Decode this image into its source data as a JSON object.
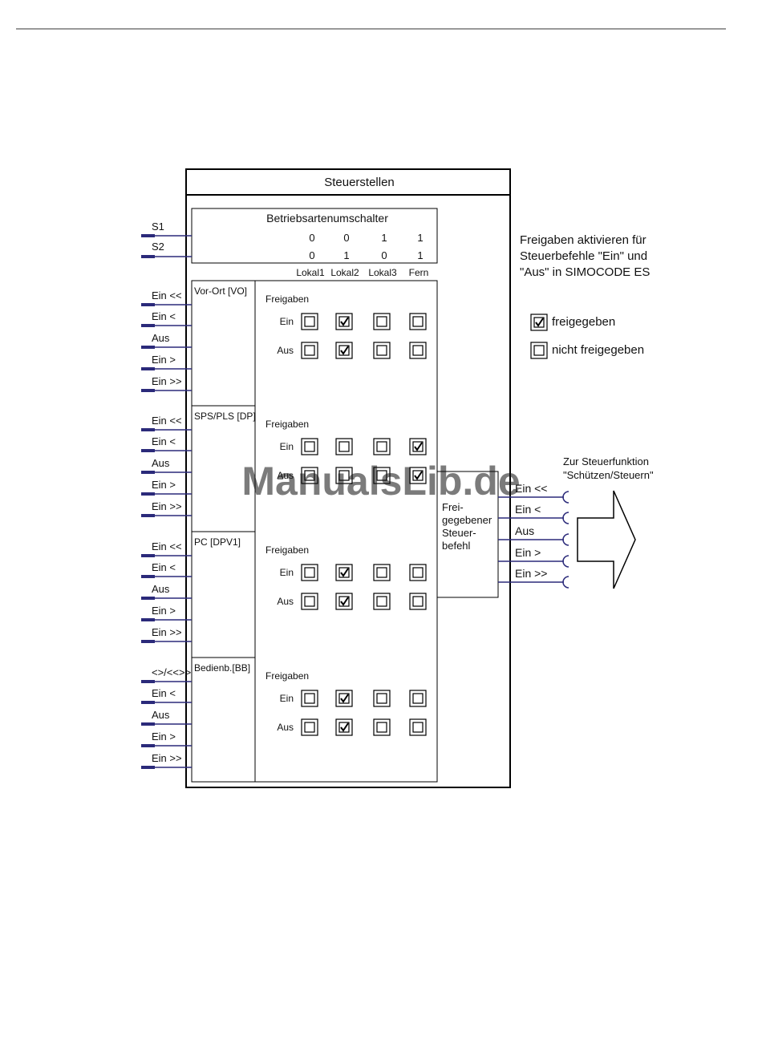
{
  "title": "Steuerstellen",
  "mode_switch": {
    "title": "Betriebsartenumschalter",
    "s1_label": "S1",
    "s2_label": "S2",
    "s1_values": [
      "0",
      "0",
      "1",
      "1"
    ],
    "s2_values": [
      "0",
      "1",
      "0",
      "1"
    ],
    "columns": [
      "Lokal1",
      "Lokal2",
      "Lokal3",
      "Fern"
    ]
  },
  "release_label": "Freigaben",
  "row_labels": {
    "ein": "Ein",
    "aus": "Aus"
  },
  "sources": [
    {
      "name": "Vor-Ort [VO]",
      "inputs": [
        "Ein <<",
        "Ein <",
        "Aus",
        "Ein >",
        "Ein >>"
      ],
      "ein": [
        false,
        true,
        false,
        false
      ],
      "aus": [
        false,
        true,
        false,
        false
      ]
    },
    {
      "name": "SPS/PLS [DP]",
      "inputs": [
        "Ein <<",
        "Ein <",
        "Aus",
        "Ein >",
        "Ein >>"
      ],
      "ein": [
        false,
        false,
        false,
        true
      ],
      "aus": [
        false,
        false,
        false,
        true
      ]
    },
    {
      "name": "PC [DPV1]",
      "inputs": [
        "Ein <<",
        "Ein <",
        "Aus",
        "Ein >",
        "Ein >>"
      ],
      "ein": [
        false,
        true,
        false,
        false
      ],
      "aus": [
        false,
        true,
        false,
        false
      ]
    },
    {
      "name": "Bedienb.[BB]",
      "inputs": [
        "<>/<<>>",
        "Ein <",
        "Aus",
        "Ein >",
        "Ein >>"
      ],
      "ein": [
        false,
        true,
        false,
        false
      ],
      "aus": [
        false,
        true,
        false,
        false
      ]
    }
  ],
  "output_block": {
    "label_lines": [
      "Frei-",
      "gegebener",
      "Steuer-",
      "befehl"
    ],
    "outputs": [
      "Ein <<",
      "Ein <",
      "Aus",
      "Ein >",
      "Ein >>"
    ]
  },
  "target": {
    "line1": "Zur Steuerfunktion",
    "line2": "\"Schützen/Steuern\""
  },
  "note": {
    "lines": [
      "Freigaben aktivieren für",
      "Steuerbefehle \"Ein\" und",
      "\"Aus\" in SIMOCODE ES"
    ]
  },
  "legend": {
    "enabled": "freigegeben",
    "disabled": "nicht freigegeben"
  },
  "watermark": "ManualsLib.de",
  "colors": {
    "line": "#000000",
    "signal": "#2b2a7a",
    "watermark": "#7fa6d8"
  }
}
